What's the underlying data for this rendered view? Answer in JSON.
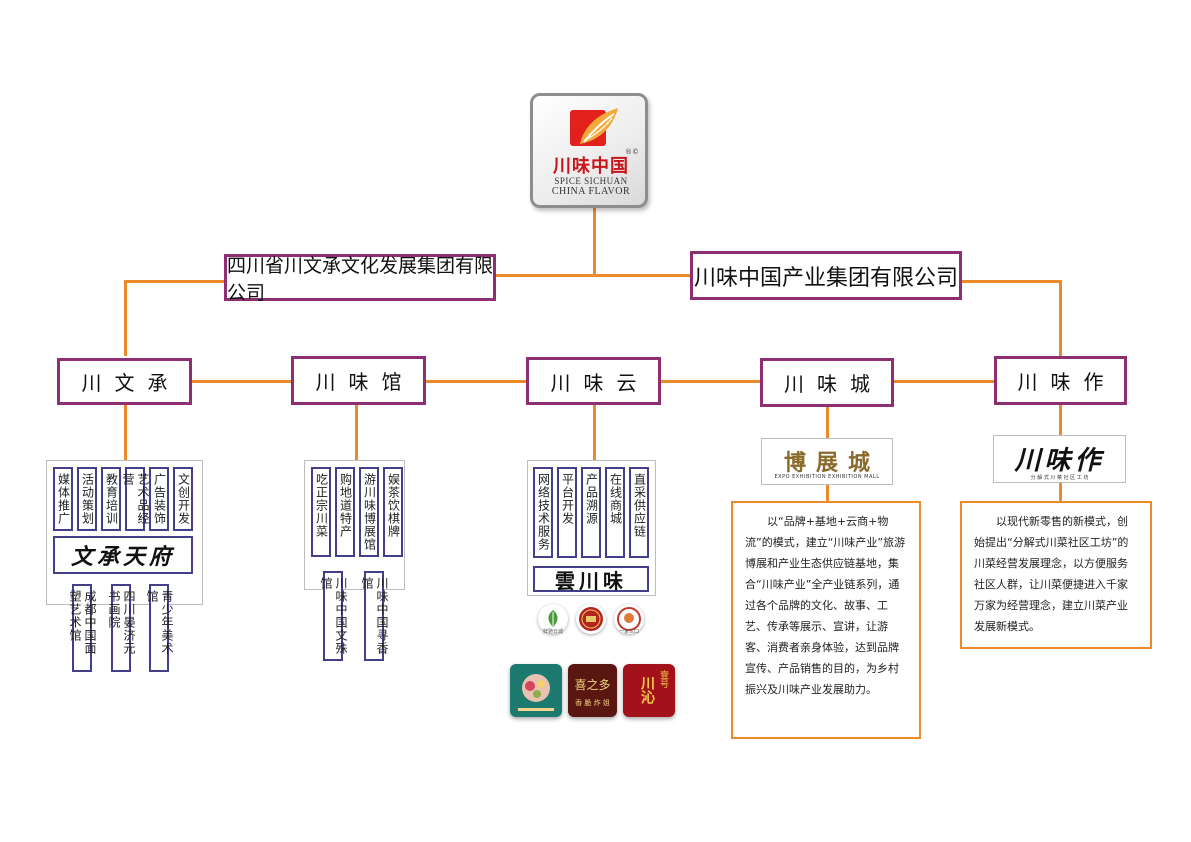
{
  "logo": {
    "name_cn": "川味中国",
    "registered": "®©",
    "en_line1": "SPICE SICHUAN",
    "en_line2": "CHINA FLAVOR"
  },
  "companies": {
    "left": "四川省川文承文化发展集团有限公司",
    "right": "川味中国产业集团有限公司"
  },
  "divisions": [
    "川文承",
    "川味馆",
    "川味云",
    "川味城",
    "川味作"
  ],
  "chuanwencheng": {
    "services": [
      "媒体推广",
      "活动策划",
      "教育培训",
      "艺术品经营",
      "广告装饰",
      "文创开发"
    ],
    "brand": "文承天府",
    "venues": [
      "成都中国面塑艺术馆",
      "四川晏济元书画院",
      "青少年美术馆"
    ]
  },
  "chuanweiguan": {
    "services": [
      "吃正宗川菜",
      "购地道特产",
      "游川味博展馆",
      "娱茶饮棋牌"
    ],
    "venues": [
      "川味中国文殊馆",
      "川味中国寻香馆"
    ]
  },
  "chuanweiyun": {
    "services": [
      "网络技术服务",
      "平台开发",
      "产品溯源",
      "在线商城",
      "直采供应链"
    ],
    "brand": "雲川味",
    "badges": [
      "鲜驰云城",
      "品川味",
      "一家三口"
    ],
    "cards": [
      "",
      "喜之多",
      "川沁"
    ],
    "card_sub": "香 脆 炸 姐",
    "card3_tag": "壹号"
  },
  "chuanweicheng": {
    "brand": "博展城",
    "brand_en": "EXPO EXHIBITION EXHIBITION MALL",
    "desc": "以“品牌+基地+云商+物流”的模式，建立“川味产业”旅游博展和产业生态供应链基地，集合“川味产业”全产业链系列，通过各个品牌的文化、故事、工艺、传承等展示、宣讲，让游客、消费者亲身体验，达到品牌宣传、产品销售的目的，为乡村振兴及川味产业发展助力。"
  },
  "chuanweizuo": {
    "brand": "川味作",
    "brand_sub": "分 解 式 川 菜 社 区 工 坊",
    "desc": "以现代新零售的新模式，创始提出“分解式川菜社区工坊”的川菜经营发展理念，以方便服务社区人群，让川菜便捷进入千家万家为经营理念，建立川菜产业发展新模式。"
  },
  "colors": {
    "connector": "#ec8a2a",
    "box_border": "#8e2f74",
    "service_border": "#433f8a",
    "logo_red": "#c8141b"
  }
}
